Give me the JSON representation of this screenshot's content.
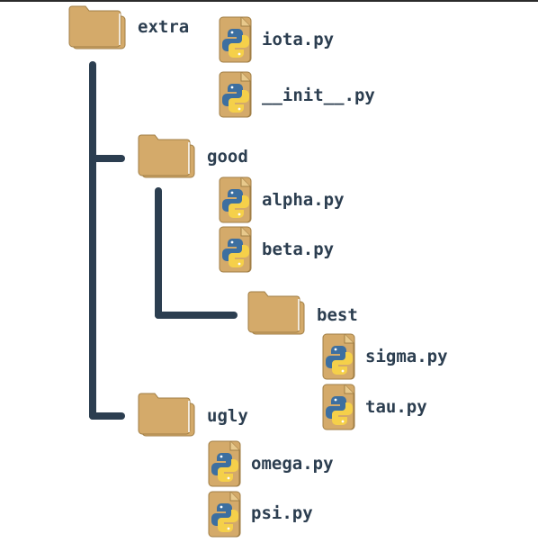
{
  "tree": {
    "root": {
      "name": "extra",
      "files": [
        "iota.py",
        "__init__.py"
      ],
      "folders": [
        {
          "name": "good",
          "files": [
            "alpha.py",
            "beta.py"
          ],
          "folders": [
            {
              "name": "best",
              "files": [
                "sigma.py",
                "tau.py"
              ]
            }
          ]
        },
        {
          "name": "ugly",
          "files": [
            "omega.py",
            "psi.py"
          ]
        }
      ]
    }
  },
  "colors": {
    "line": "#2c3e50",
    "label": "#2c3e50",
    "folder": "#d4aa6a",
    "folder_stroke": "#a07e45",
    "python_blue": "#3d6fa0",
    "python_yellow": "#f5d04a"
  },
  "icons": {
    "folder": "folder-icon",
    "file": "python-file-icon"
  }
}
